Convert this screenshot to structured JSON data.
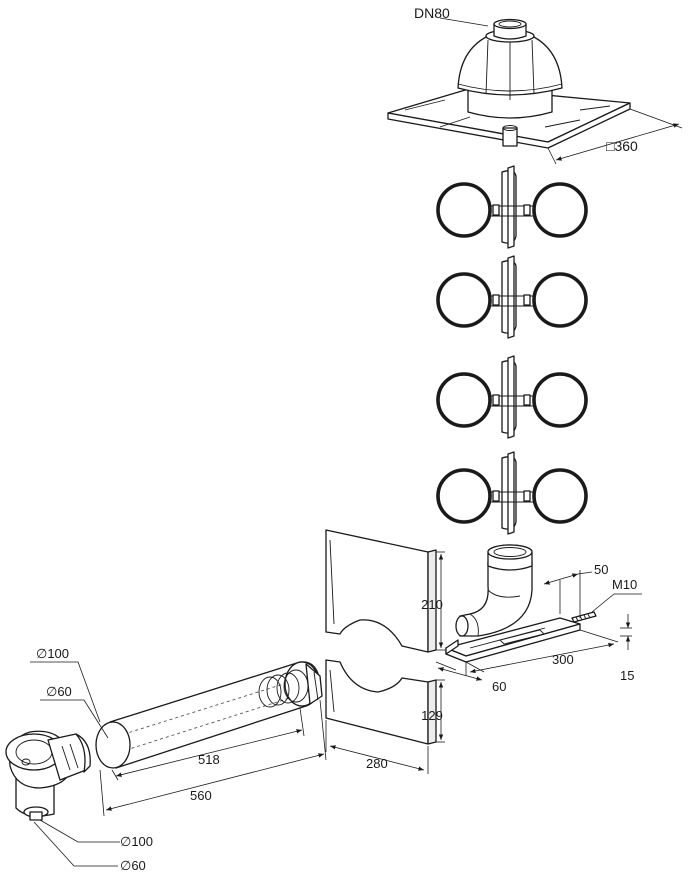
{
  "labels": {
    "dn80": "DN80",
    "square_360": "□360",
    "d50": "50",
    "m10": "M10",
    "d210": "210",
    "d300": "300",
    "d15": "15",
    "d60_bracket": "60",
    "d129": "129",
    "d280": "280",
    "dia100_top": "∅100",
    "dia60_top": "∅60",
    "d518": "518",
    "d560": "560",
    "dia100_bottom": "∅100",
    "dia60_bottom": "∅60"
  }
}
